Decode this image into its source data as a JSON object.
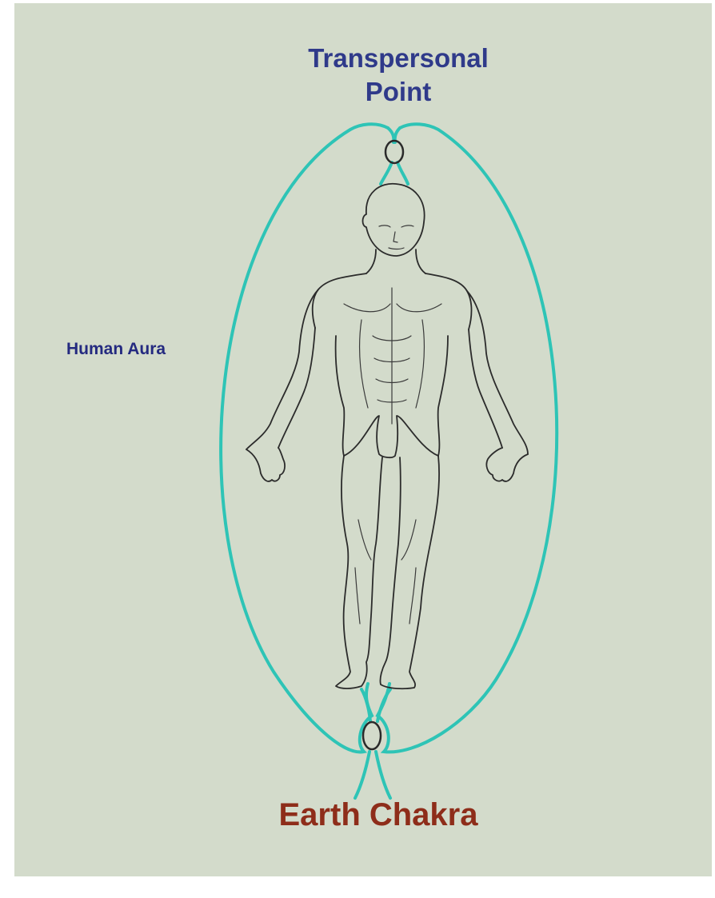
{
  "labels": {
    "transpersonal_line1": "Transpersonal",
    "transpersonal_line2": "Point",
    "human_aura": "Human Aura",
    "earth_chakra": "Earth Chakra"
  },
  "colors": {
    "background": "#d3dbcb",
    "aura_line": "#2ec4b6",
    "transpersonal_label": "#2f3a8a",
    "human_aura_label": "#242a80",
    "earth_chakra_label": "#8e2d1a",
    "figure_line": "#2b2b2b"
  }
}
